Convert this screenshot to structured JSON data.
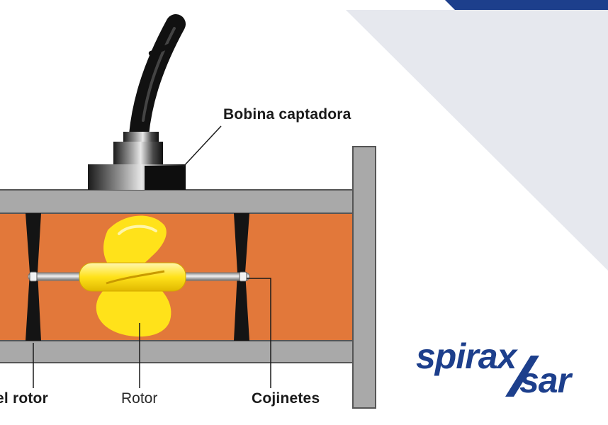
{
  "labels": {
    "pickup_coil": "Bobina captadora",
    "rotor_support": "el rotor",
    "rotor": "Rotor",
    "bearings": "Cojinetes"
  },
  "logo": {
    "line1": "spirax",
    "line2": "sar"
  },
  "colors": {
    "brand_blue": "#1d3f8c",
    "panel_grey": "#e6e8ee",
    "pipe_wall": "#a9a9a9",
    "fluid": "#e2783a",
    "rotor_blade": "#ffe21a"
  }
}
